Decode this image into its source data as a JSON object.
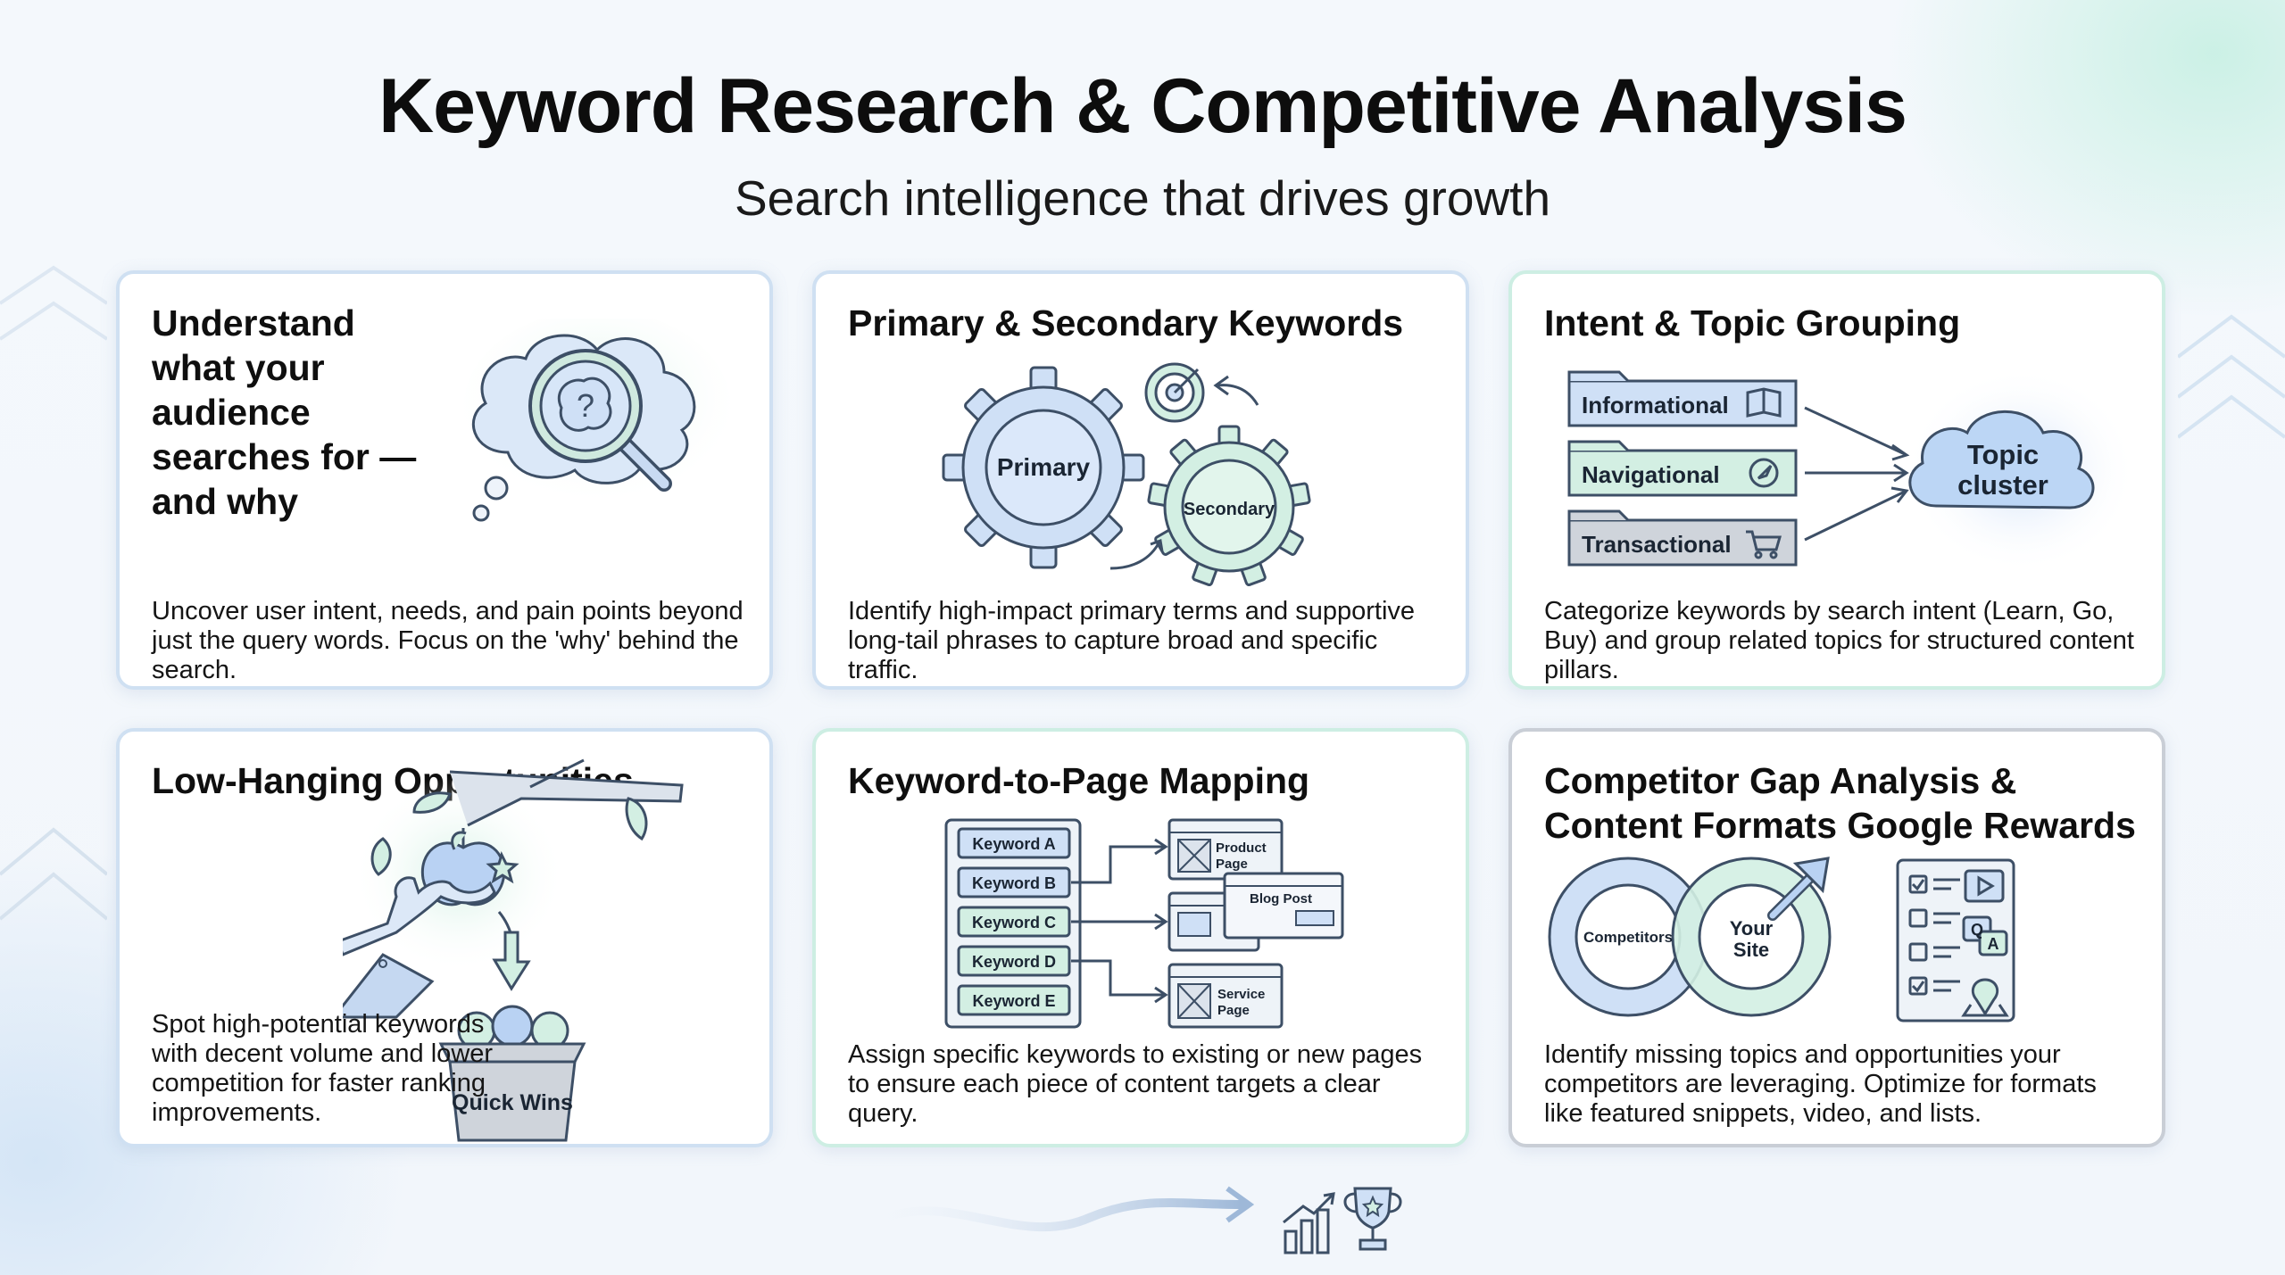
{
  "header": {
    "title": "Keyword Research & Competitive Analysis",
    "subtitle": "Search intelligence that drives growth"
  },
  "cards": [
    {
      "title": "Understand what your audience searches for — and why",
      "body": "Uncover user intent, needs, and pain points beyond just the query words. Focus on the 'why' behind the search."
    },
    {
      "title": "Primary & Secondary Keywords",
      "body": "Identify high-impact primary terms and supportive long-tail phrases to capture broad and specific traffic.",
      "labels": {
        "primary": "Primary",
        "secondary": "Secondary"
      }
    },
    {
      "title": "Intent & Topic Grouping",
      "body": "Categorize keywords by search intent (Learn, Go, Buy) and group related topics for structured content pillars.",
      "labels": {
        "informational": "Informational",
        "navigational": "Navigational",
        "transactional": "Transactional",
        "cluster_line1": "Topic",
        "cluster_line2": "cluster"
      }
    },
    {
      "title": "Low-Hanging Opportunities",
      "body": "Spot high-potential keywords with decent volume and lower competition for faster ranking improvements.",
      "labels": {
        "basket": "Quick Wins"
      }
    },
    {
      "title": "Keyword-to-Page Mapping",
      "body": "Assign specific keywords to existing or new pages to ensure each piece of content targets a clear query.",
      "labels": {
        "keywords": [
          "Keyword A",
          "Keyword B",
          "Keyword C",
          "Keyword D",
          "Keyword E"
        ],
        "product_line1": "Product",
        "product_line2": "Page",
        "blog": "Blog Post",
        "service_line1": "Service",
        "service_line2": "Page"
      }
    },
    {
      "title": "Competitor Gap Analysis & Content Formats Google Rewards",
      "body": "Identify missing topics and opportunities your competitors are leveraging. Optimize for formats like featured snippets, video, and lists.",
      "labels": {
        "competitors": "Competitors",
        "site_line1": "Your",
        "site_line2": "Site",
        "qa_q": "Q",
        "qa_a": "A"
      }
    }
  ],
  "colors": {
    "blue": "#cfe0f6",
    "blue_stroke": "#3d4f66",
    "green": "#d3efe3",
    "gray": "#cfd4db"
  }
}
